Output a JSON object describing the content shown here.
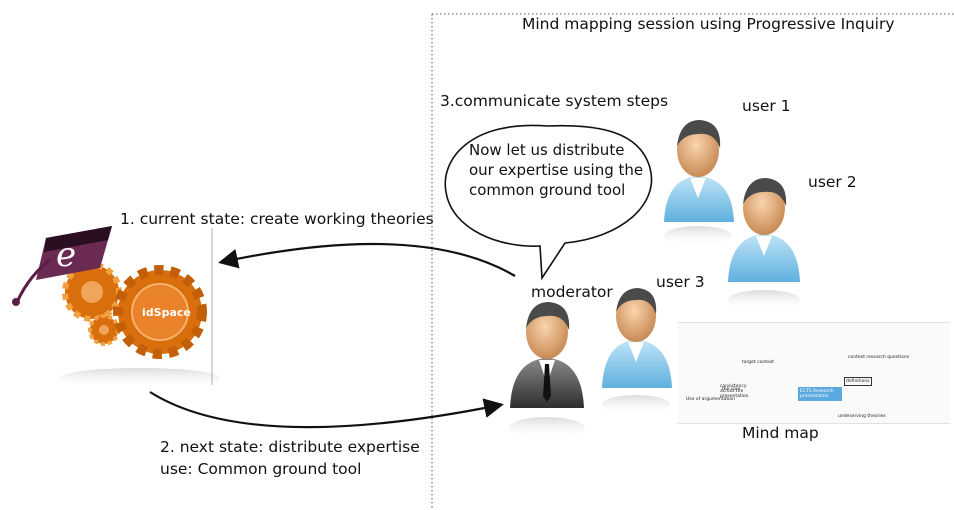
{
  "session_title": "Mind mapping session using Progressive Inquiry",
  "step3_label": "3.communicate system steps",
  "step1_label": "1. current state: create working theories",
  "step2_line1": "2. next state: distribute expertise",
  "step2_line2": "use: Common ground tool",
  "speech_bubble": "Now let us distribute our expertise using the common ground tool",
  "users": {
    "user1": "user 1",
    "user2": "user 2",
    "user3": "user 3",
    "moderator": "moderator"
  },
  "logo": {
    "text": "idSpace",
    "letter": "e"
  },
  "mind_map": {
    "caption": "Mind map",
    "central": "ECTS Research presentation",
    "nodes": [
      "target context",
      "consistency across the presentation",
      "Use of argumentation",
      "the core",
      "definitions",
      "undeserving theories",
      "context research questions"
    ]
  },
  "colors": {
    "gear": "#d86f0c",
    "user_shirt": "#86c8ec",
    "moderator_suit": "#555555"
  }
}
